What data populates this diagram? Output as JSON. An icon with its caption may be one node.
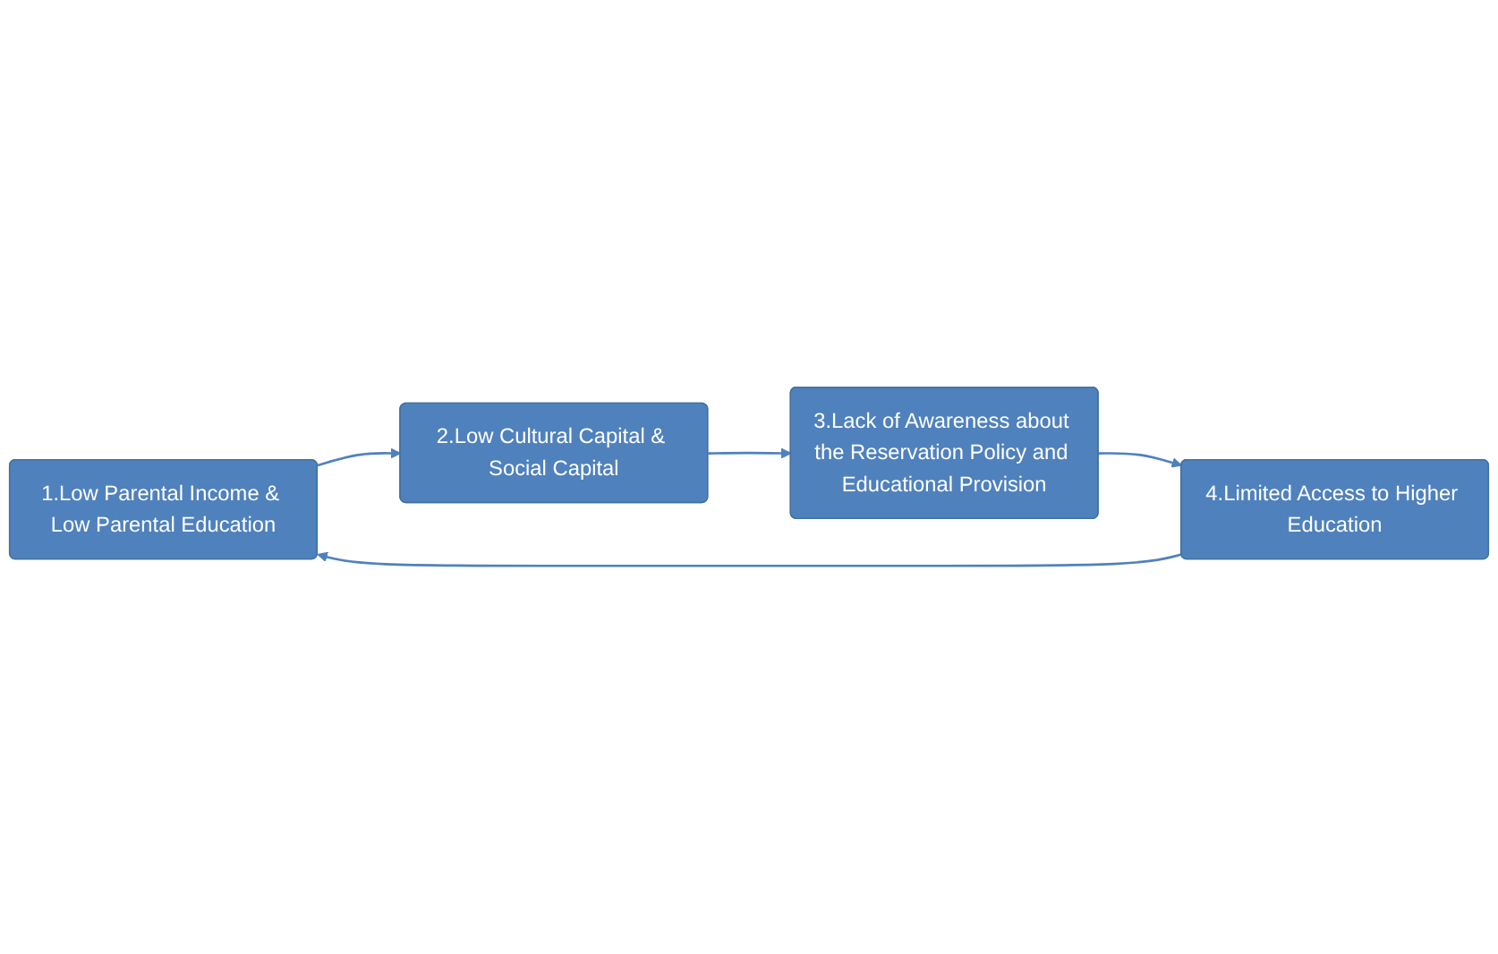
{
  "diagram": {
    "nodes": [
      {
        "text": [
          "1.Low Parental Income & Low Parental Education"
        ]
      },
      {
        "text": [
          "2.Low Cultural Capital & Social Capital"
        ]
      },
      {
        "text": [
          "3.Lack of Awareness about the Reservation Policy and Educational Provision"
        ]
      },
      {
        "text": [
          "4.Limited Access to Higher Education"
        ]
      }
    ],
    "edges": [
      {
        "from": 0,
        "to": 1,
        "arrow": "to"
      },
      {
        "from": 1,
        "to": 2,
        "arrow": "to"
      },
      {
        "from": 2,
        "to": 3,
        "arrow": "to"
      },
      {
        "from": 3,
        "to": 0,
        "arrow": "to"
      }
    ]
  }
}
